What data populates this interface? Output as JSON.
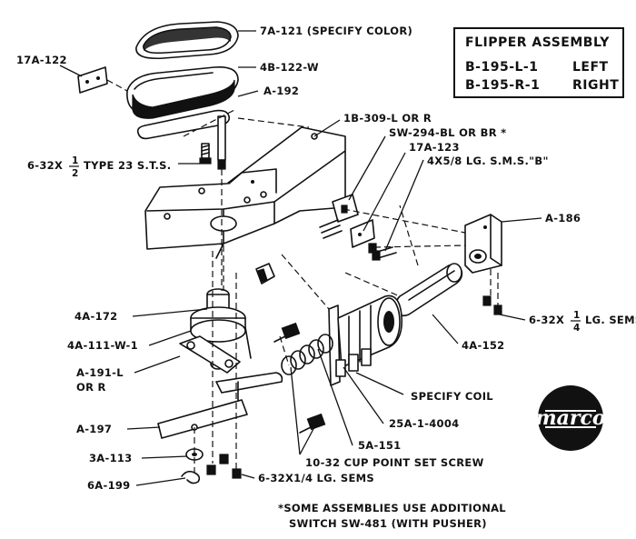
{
  "title_box": {
    "heading": "FLIPPER  ASSEMBLY",
    "row1_part": "B-195-L-1",
    "row1_side": "LEFT",
    "row2_part": "B-195-R-1",
    "row2_side": "RIGHT"
  },
  "labels": {
    "rubber": "7A-121 (SPECIFY COLOR)",
    "plate_17a122": "17A-122",
    "flipper": "4B-122-W",
    "bat": "A-192",
    "screw_632_a": "6-32X",
    "screw_632_a_frac_num": "1",
    "screw_632_a_frac_den": "2",
    "screw_632_a_rest": "TYPE 23   S.T.S.",
    "bracket": "1B-309-L OR R",
    "switch": "SW-294-BL OR BR *",
    "plate_17a123": "17A-123",
    "sms": "4X5/8 LG. S.M.S.\"B\"",
    "stop": "A-186",
    "screw_632_b": "6-32X",
    "screw_632_b_frac_num": "1",
    "screw_632_b_frac_den": "4",
    "screw_632_b_rest": "LG. SEMS",
    "bushing": "4A-172",
    "crank": "4A-111-W-1",
    "link_a": "A-191-L",
    "link_b": "OR R",
    "plunger": "4A-152",
    "coil": "SPECIFY COIL",
    "sleeve": "25A-1-4004",
    "spring": "5A-151",
    "arm": "A-197",
    "washer": "3A-113",
    "set_screw": "10-32  CUP  POINT  SET  SCREW",
    "clip": "6A-199",
    "sems": "6-32X1/4 LG. SEMS"
  },
  "footnote": {
    "line1": "*SOME ASSEMBLIES USE ADDITIONAL",
    "line2": "SWITCH SW-481 (WITH PUSHER)"
  },
  "logo": {
    "text": "marco",
    "color": "#111111"
  }
}
